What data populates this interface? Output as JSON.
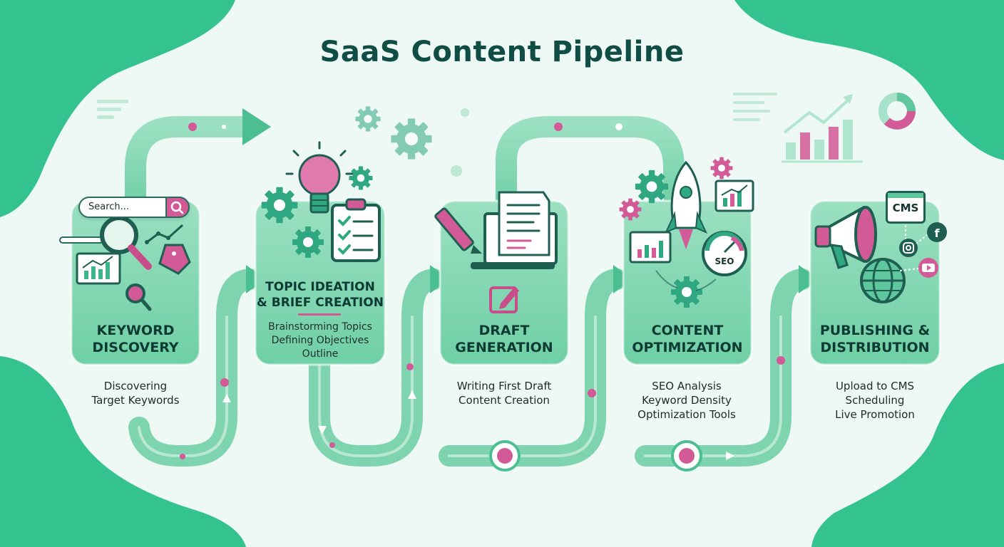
{
  "title": "SaaS Content Pipeline",
  "stages": [
    {
      "title_lines": [
        "KEYWORD",
        "DISCOVERY"
      ],
      "icon_text": "Search...",
      "desc_lines": [
        "Discovering",
        "Target Keywords"
      ]
    },
    {
      "title_lines": [
        "TOPIC IDEATION",
        "& BRIEF CREATION"
      ],
      "sub_lines": [
        "Brainstorming Topics",
        "Defining Objectives",
        "Outline"
      ]
    },
    {
      "title_lines": [
        "DRAFT",
        "GENERATION"
      ],
      "desc_lines": [
        "Writing First Draft",
        "Content Creation"
      ]
    },
    {
      "title_lines": [
        "CONTENT",
        "OPTIMIZATION"
      ],
      "icon_text": "SEO",
      "desc_lines": [
        "SEO Analysis",
        "Keyword Density",
        "Optimization Tools"
      ]
    },
    {
      "title_lines": [
        "PUBLISHING &",
        "DISTRIBUTION"
      ],
      "icon_text": "CMS",
      "desc_lines": [
        "Upload to CMS",
        "Scheduling",
        "Live Promotion"
      ]
    }
  ],
  "colors": {
    "accent": "#5fc79d",
    "dark_green": "#0f4d45",
    "pink": "#d25a96",
    "card": "#8cdab8"
  },
  "icons": [
    "search-icon",
    "magnifier-icon",
    "tag-icon",
    "bar-chart-icon",
    "lightbulb-icon",
    "gear-icon",
    "clipboard-checklist-icon",
    "pencil-icon",
    "document-icon",
    "laptop-icon",
    "edit-icon",
    "rocket-icon",
    "speedometer-icon",
    "megaphone-icon",
    "globe-icon",
    "facebook-icon",
    "instagram-icon",
    "youtube-icon",
    "donut-chart-icon"
  ]
}
